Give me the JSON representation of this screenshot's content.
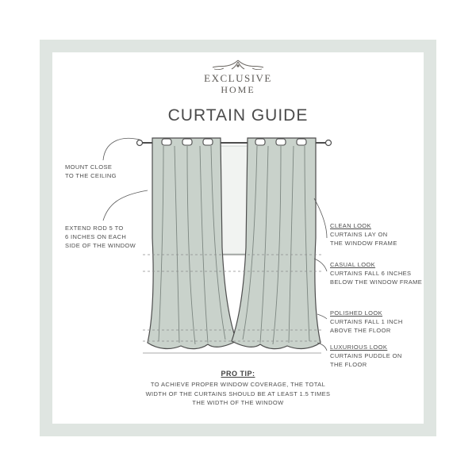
{
  "brand": {
    "line1": "EXCLUSIVE",
    "line2": "HOME"
  },
  "title": "CURTAIN GUIDE",
  "left_notes": [
    {
      "line1": "MOUNT CLOSE",
      "line2": "TO THE CEILING"
    },
    {
      "line1": "EXTEND ROD 5 TO",
      "line2": "6 INCHES ON EACH",
      "line3": "SIDE OF THE WINDOW"
    }
  ],
  "looks": [
    {
      "heading": "CLEAN LOOK",
      "line1": "CURTAINS LAY ON",
      "line2": "THE WINDOW FRAME"
    },
    {
      "heading": "CASUAL LOOK",
      "line1": "CURTAINS FALL 6 INCHES",
      "line2": "BELOW THE WINDOW FRAME"
    },
    {
      "heading": "POLISHED LOOK",
      "line1": "CURTAINS FALL 1 INCH",
      "line2": "ABOVE THE FLOOR"
    },
    {
      "heading": "LUXURIOUS LOOK",
      "line1": "CURTAINS PUDDLE ON",
      "line2": "THE FLOOR"
    }
  ],
  "pro_tip": {
    "heading": "PRO TIP:",
    "line1": "TO ACHIEVE PROPER WINDOW COVERAGE, THE TOTAL",
    "line2": "WIDTH OF THE CURTAINS SHOULD BE AT LEAST 1.5 TIMES",
    "line3": "THE WIDTH OF THE WINDOW"
  },
  "colors": {
    "frame": "#dfe5e1",
    "curtain": "#c9d2cb",
    "outline": "#4d4d4d"
  }
}
